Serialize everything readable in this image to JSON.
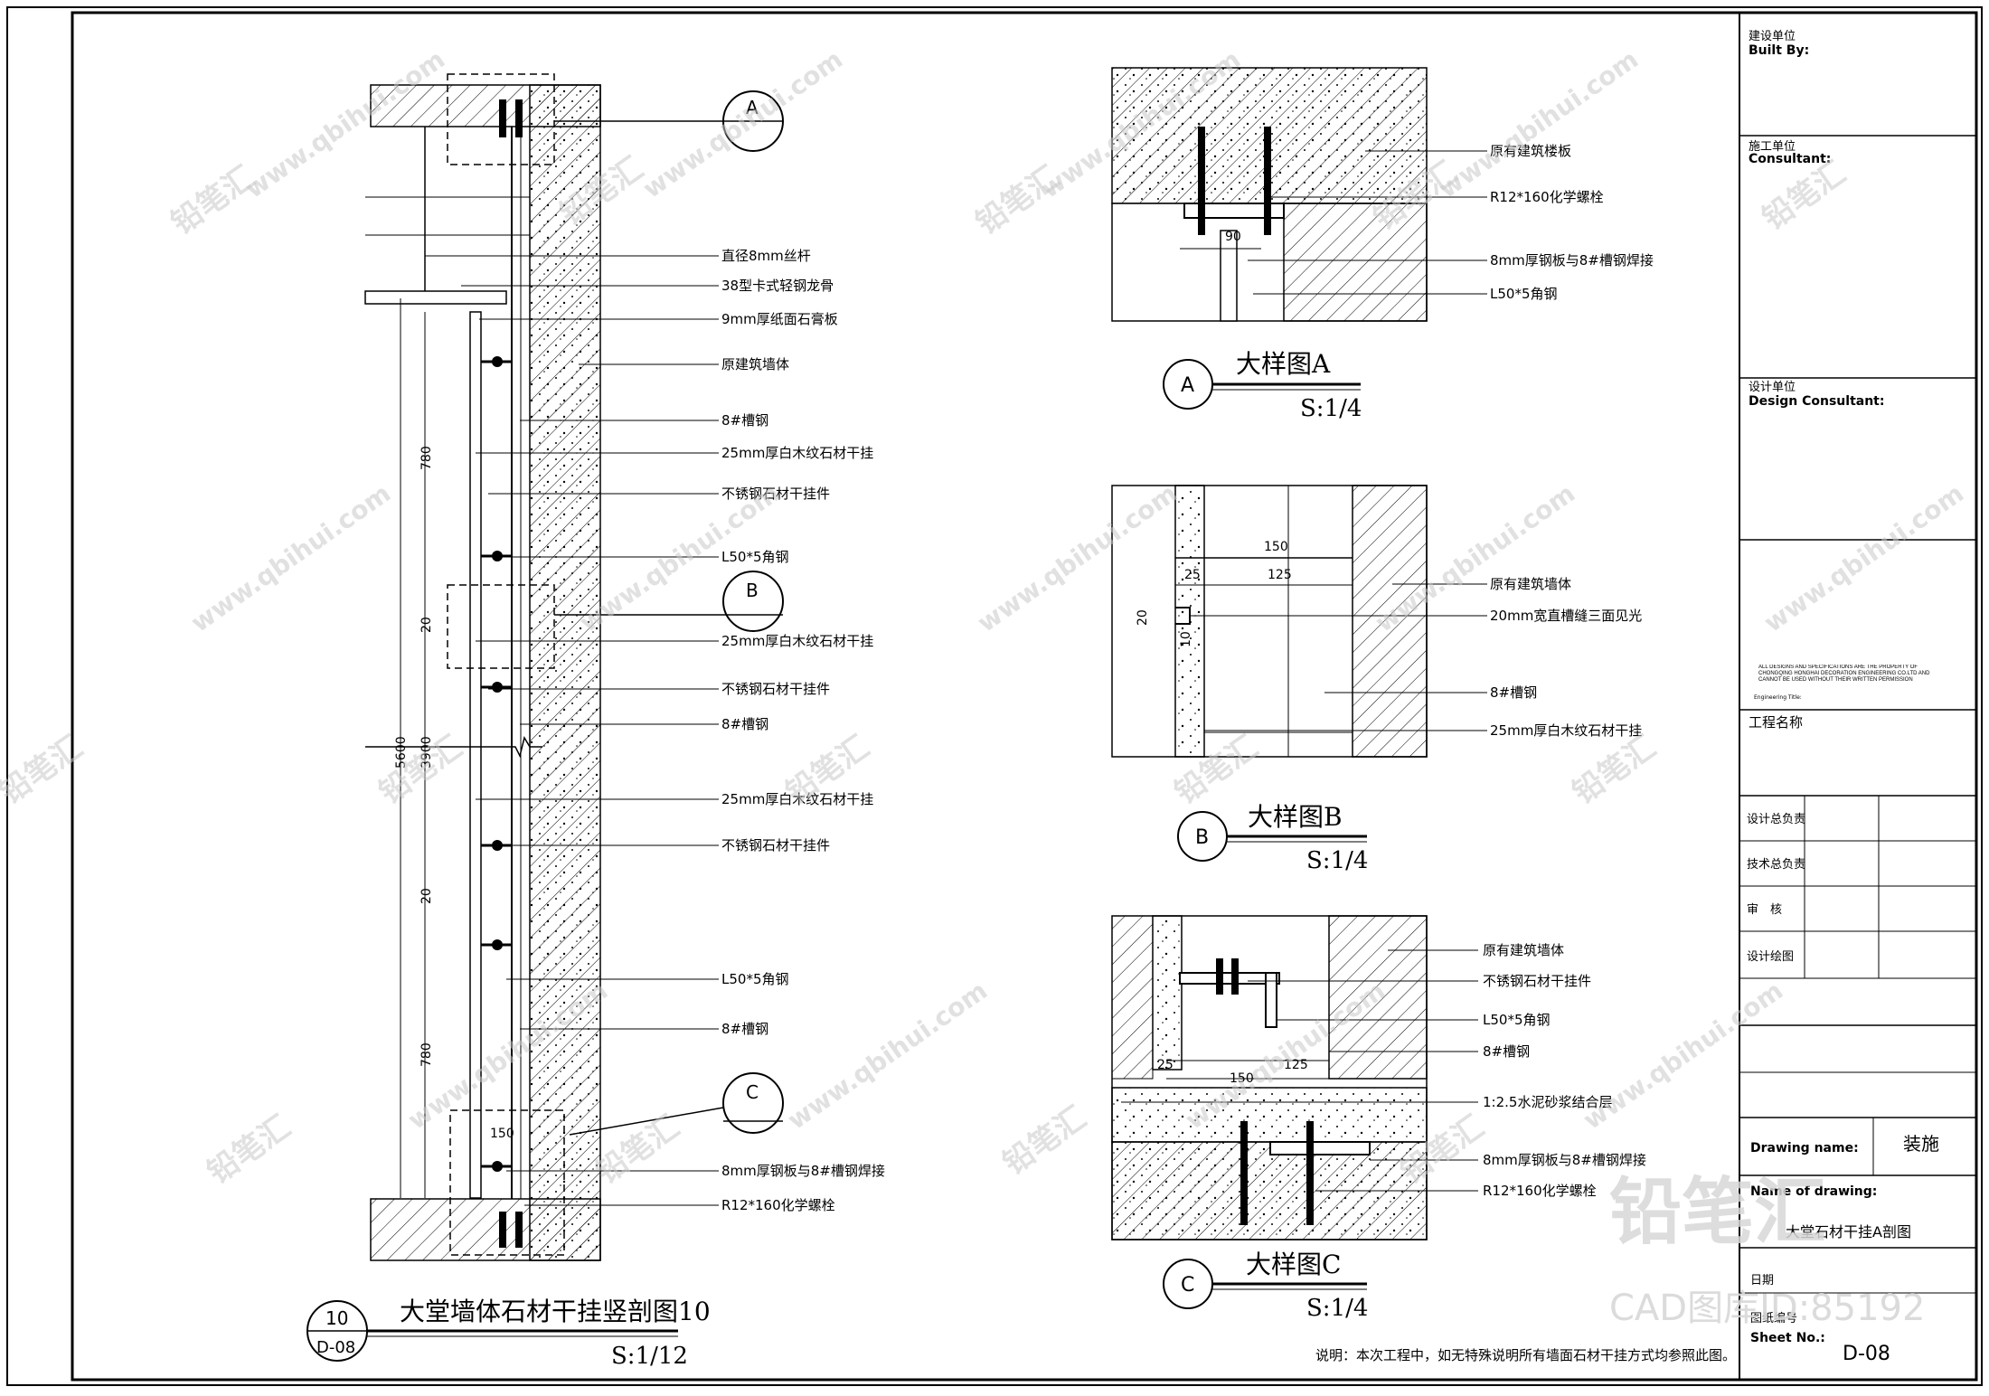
{
  "main_section": {
    "title": "大堂墙体石材干挂竖剖图10",
    "scale": "S:1/12",
    "badge_num": "10",
    "badge_ref": "D-08",
    "dims": [
      "780",
      "20",
      "5600",
      "3900",
      "20",
      "780",
      "150"
    ],
    "callouts": [
      "A",
      "B",
      "C"
    ],
    "labels": [
      "直径8mm丝杆",
      "38型卡式轻钢龙骨",
      "9mm厚纸面石膏板",
      "原建筑墙体",
      "8#槽钢",
      "25mm厚白木纹石材干挂",
      "不锈钢石材干挂件",
      "L50*5角钢",
      "25mm厚白木纹石材干挂",
      "不锈钢石材干挂件",
      "8#槽钢",
      "25mm厚白木纹石材干挂",
      "不锈钢石材干挂件",
      "L50*5角钢",
      "8#槽钢",
      "8mm厚钢板与8#槽钢焊接",
      "R12*160化学螺栓"
    ]
  },
  "detail_a": {
    "title": "大样图A",
    "scale": "S:1/4",
    "badge": "A",
    "dim": "90",
    "labels": [
      "原有建筑楼板",
      "R12*160化学螺栓",
      "8mm厚钢板与8#槽钢焊接",
      "L50*5角钢"
    ]
  },
  "detail_b": {
    "title": "大样图B",
    "scale": "S:1/4",
    "badge": "B",
    "dims": [
      "150",
      "25",
      "125",
      "20",
      "10"
    ],
    "labels": [
      "原有建筑墙体",
      "20mm宽直槽缝三面见光",
      "8#槽钢",
      "25mm厚白木纹石材干挂"
    ]
  },
  "detail_c": {
    "title": "大样图C",
    "scale": "S:1/4",
    "badge": "C",
    "dims": [
      "25",
      "125",
      "150"
    ],
    "labels": [
      "原有建筑墙体",
      "不锈钢石材干挂件",
      "L50*5角钢",
      "8#槽钢",
      "1:2.5水泥砂浆结合层",
      "8mm厚钢板与8#槽钢焊接",
      "R12*160化学螺栓"
    ]
  },
  "footer_note": "说明：本次工程中，如无特殊说明所有墙面石材干挂方式均参照此图。",
  "title_block": {
    "built_by_cn": "建设单位",
    "built_by_en": "Built By:",
    "consultant_cn": "施工单位",
    "consultant_en": "Consultant:",
    "design_cn": "设计单位",
    "design_en": "Design Consultant:",
    "notes_en": "ALL DESIGNS AND SPECIFICATIONS ARE THE PROPERTY OF CHONGQING HONGHAI DECORATION ENGINEERING CO.LTD AND CANNOT BE USED WITHOUT THEIR WRITTEN PERMISSION",
    "eng_title_en": "Engineering Title:",
    "project_cn": "工程名称",
    "roles": [
      "设计总负责",
      "技术总负责",
      "审　核",
      "设计绘图"
    ],
    "drawing_name_en": "Drawing name:",
    "drawing_name_val": "装施",
    "name_of_drawing_en": "Name of drawing:",
    "name_of_drawing_val": "大堂石材干挂A剖图",
    "date_cn": "日期",
    "sheet_cn": "图纸编号",
    "sheet_en": "Sheet No.:",
    "sheet_val": "D-08"
  },
  "watermark": {
    "logo_text": "铅笔汇",
    "url_text": "www.qbihui.com",
    "id_text": "CAD图库ID:85192"
  }
}
